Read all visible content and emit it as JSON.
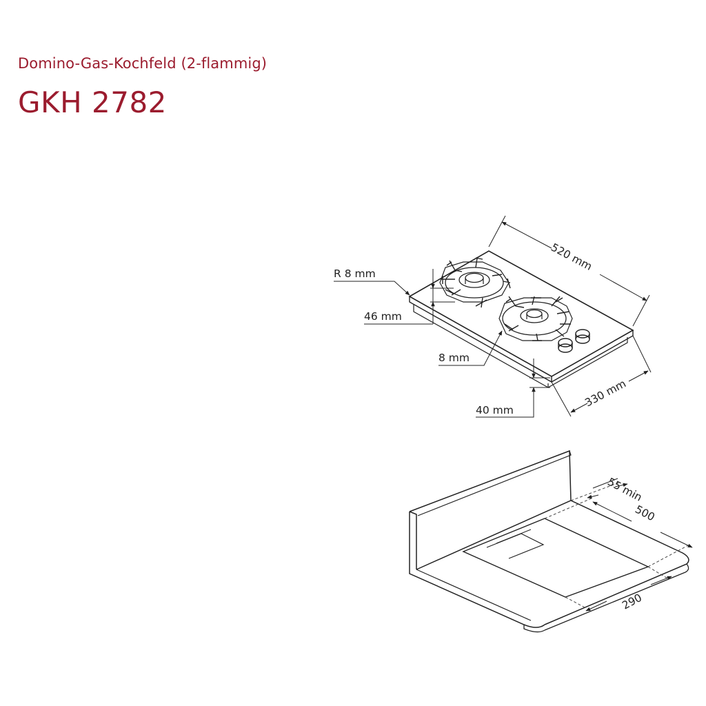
{
  "header": {
    "subtitle": "Domino-Gas-Kochfeld (2-flammig)",
    "model": "GKH 2782"
  },
  "colors": {
    "accent": "#9b1c2e",
    "line": "#222222",
    "dashed": "#444444"
  },
  "hob_drawing": {
    "dims": {
      "width": "520 mm",
      "depth": "330 mm",
      "radius": "R 8 mm",
      "height": "46 mm",
      "glass": "8 mm",
      "body": "40 mm"
    }
  },
  "cutout_drawing": {
    "dims": {
      "rear_gap": "55 min",
      "cutout_width": "500",
      "cutout_depth": "290"
    }
  }
}
